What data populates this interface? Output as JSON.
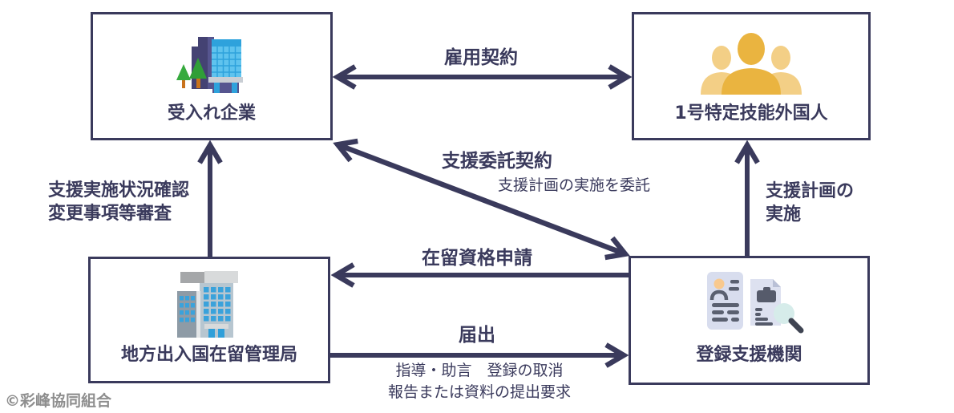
{
  "watermark": "©彩峰協同組合",
  "colors": {
    "line": "#3a3a5c",
    "text": "#3a3a5c",
    "watermark_text": "#8e8e8e",
    "background": "#ffffff",
    "people_center": "#eab440",
    "people_side": "#f3cf86",
    "glass_building_blue": "#5fc3ee",
    "office_building_purple": "#444273",
    "government_building_gray": "#b7c6d0",
    "window_blue": "#3aa2db",
    "document_fill": "#d8ddee",
    "magnifier_teal": "#d6ecea"
  },
  "nodes": {
    "accepting_company": {
      "label": "受入れ企業",
      "icon": "office-building-icon"
    },
    "foreign_worker": {
      "label": "1号特定技能外国人",
      "icon": "people-icon"
    },
    "immigration_bureau": {
      "label": "地方出入国在留管理局",
      "icon": "government-building-icon"
    },
    "support_org": {
      "label": "登録支援機関",
      "icon": "documents-icon"
    }
  },
  "edges": {
    "employment": {
      "label": "雇用契約",
      "between": [
        "受入れ企業",
        "1号特定技能外国人"
      ],
      "direction": "both"
    },
    "consignment": {
      "label": "支援委託契約",
      "sublabel": "支援計画の実施を委託",
      "between": [
        "受入れ企業",
        "登録支援機関"
      ],
      "direction": "both"
    },
    "status_review": {
      "line1": "支援実施状況確認",
      "line2": "変更事項等審査",
      "from": "地方出入国在留管理局",
      "to": "受入れ企業",
      "direction": "up"
    },
    "support_plan": {
      "line1": "支援計画の",
      "line2": "実施",
      "from": "登録支援機関",
      "to": "1号特定技能外国人",
      "direction": "up"
    },
    "residence_application": {
      "label": "在留資格申請",
      "from": "登録支援機関",
      "to": "地方出入国在留管理局",
      "direction": "left"
    },
    "notification": {
      "label": "届出",
      "sublabel1": "指導・助言　登録の取消",
      "sublabel2": "報告または資料の提出要求",
      "from": "地方出入国在留管理局",
      "to": "登録支援機関",
      "direction": "right"
    }
  }
}
